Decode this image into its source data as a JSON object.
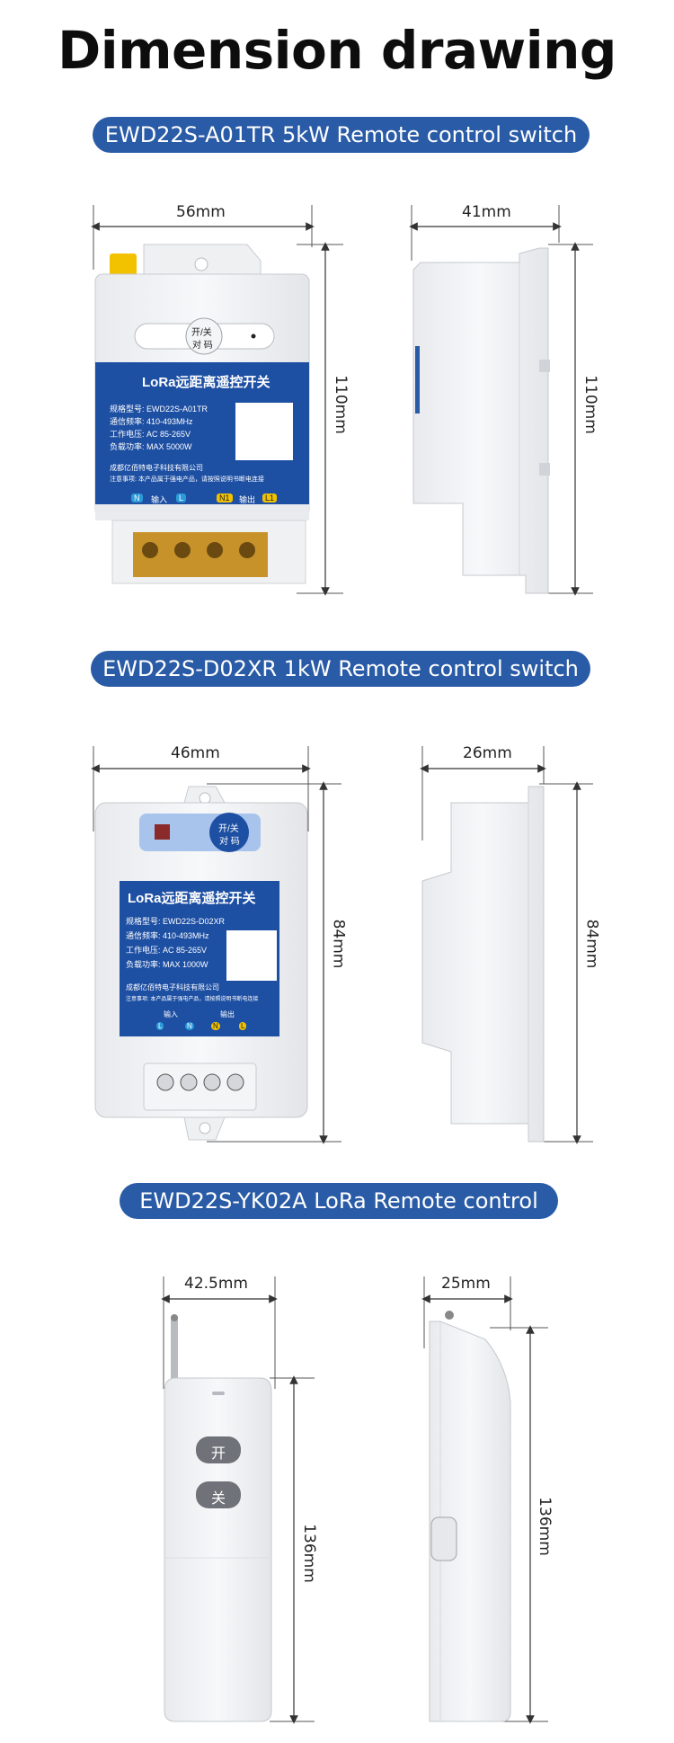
{
  "title": "Dimension drawing",
  "sections": [
    {
      "heading": "EWD22S-A01TR  5kW Remote control switch",
      "front_width": "56mm",
      "side_depth": "41mm",
      "front_height": "110mm",
      "side_height": "110mm",
      "button_label_top": "开/关",
      "button_label_bottom": "对 码",
      "panel_title": "LoRa远距离遥控开关",
      "specs": [
        "规格型号: EWD22S-A01TR",
        "通信频率: 410-493MHz",
        "工作电压: AC 85-265V",
        "负载功率: MAX 5000W"
      ],
      "company": "成都亿佰特电子科技有限公司",
      "notice": "注意事项: 本产品属于强电产品，请按照说明书断电连接",
      "terminals": [
        "N",
        "输入",
        "L",
        "N1",
        "输出",
        "L1"
      ]
    },
    {
      "heading": "EWD22S-D02XR  1kW Remote control switch",
      "front_width": "46mm",
      "side_depth": "26mm",
      "front_height": "84mm",
      "side_height": "84mm",
      "button_label_top": "开/关",
      "button_label_bottom": "对 码",
      "panel_title": "LoRa远距离遥控开关",
      "specs": [
        "规格型号: EWD22S-D02XR",
        "通信频率: 410-493MHz",
        "工作电压: AC 85-265V",
        "负载功率: MAX 1000W"
      ],
      "company": "成都亿佰特电子科技有限公司",
      "notice": "注意事项: 本产品属于强电产品，请按照说明书断电连接",
      "terminals": [
        "输入",
        "L",
        "N",
        "输出",
        "N",
        "L"
      ]
    },
    {
      "heading": "EWD22S-YK02A  LoRa Remote control",
      "front_width": "42.5mm",
      "side_depth": "25mm",
      "front_height": "136mm",
      "side_height": "136mm",
      "button_on": "开",
      "button_off": "关"
    }
  ],
  "colors": {
    "accent": "#2a5ba6",
    "panel": "#1d4fa3",
    "yellow": "#f2c200",
    "body": "#f1f2f4"
  }
}
